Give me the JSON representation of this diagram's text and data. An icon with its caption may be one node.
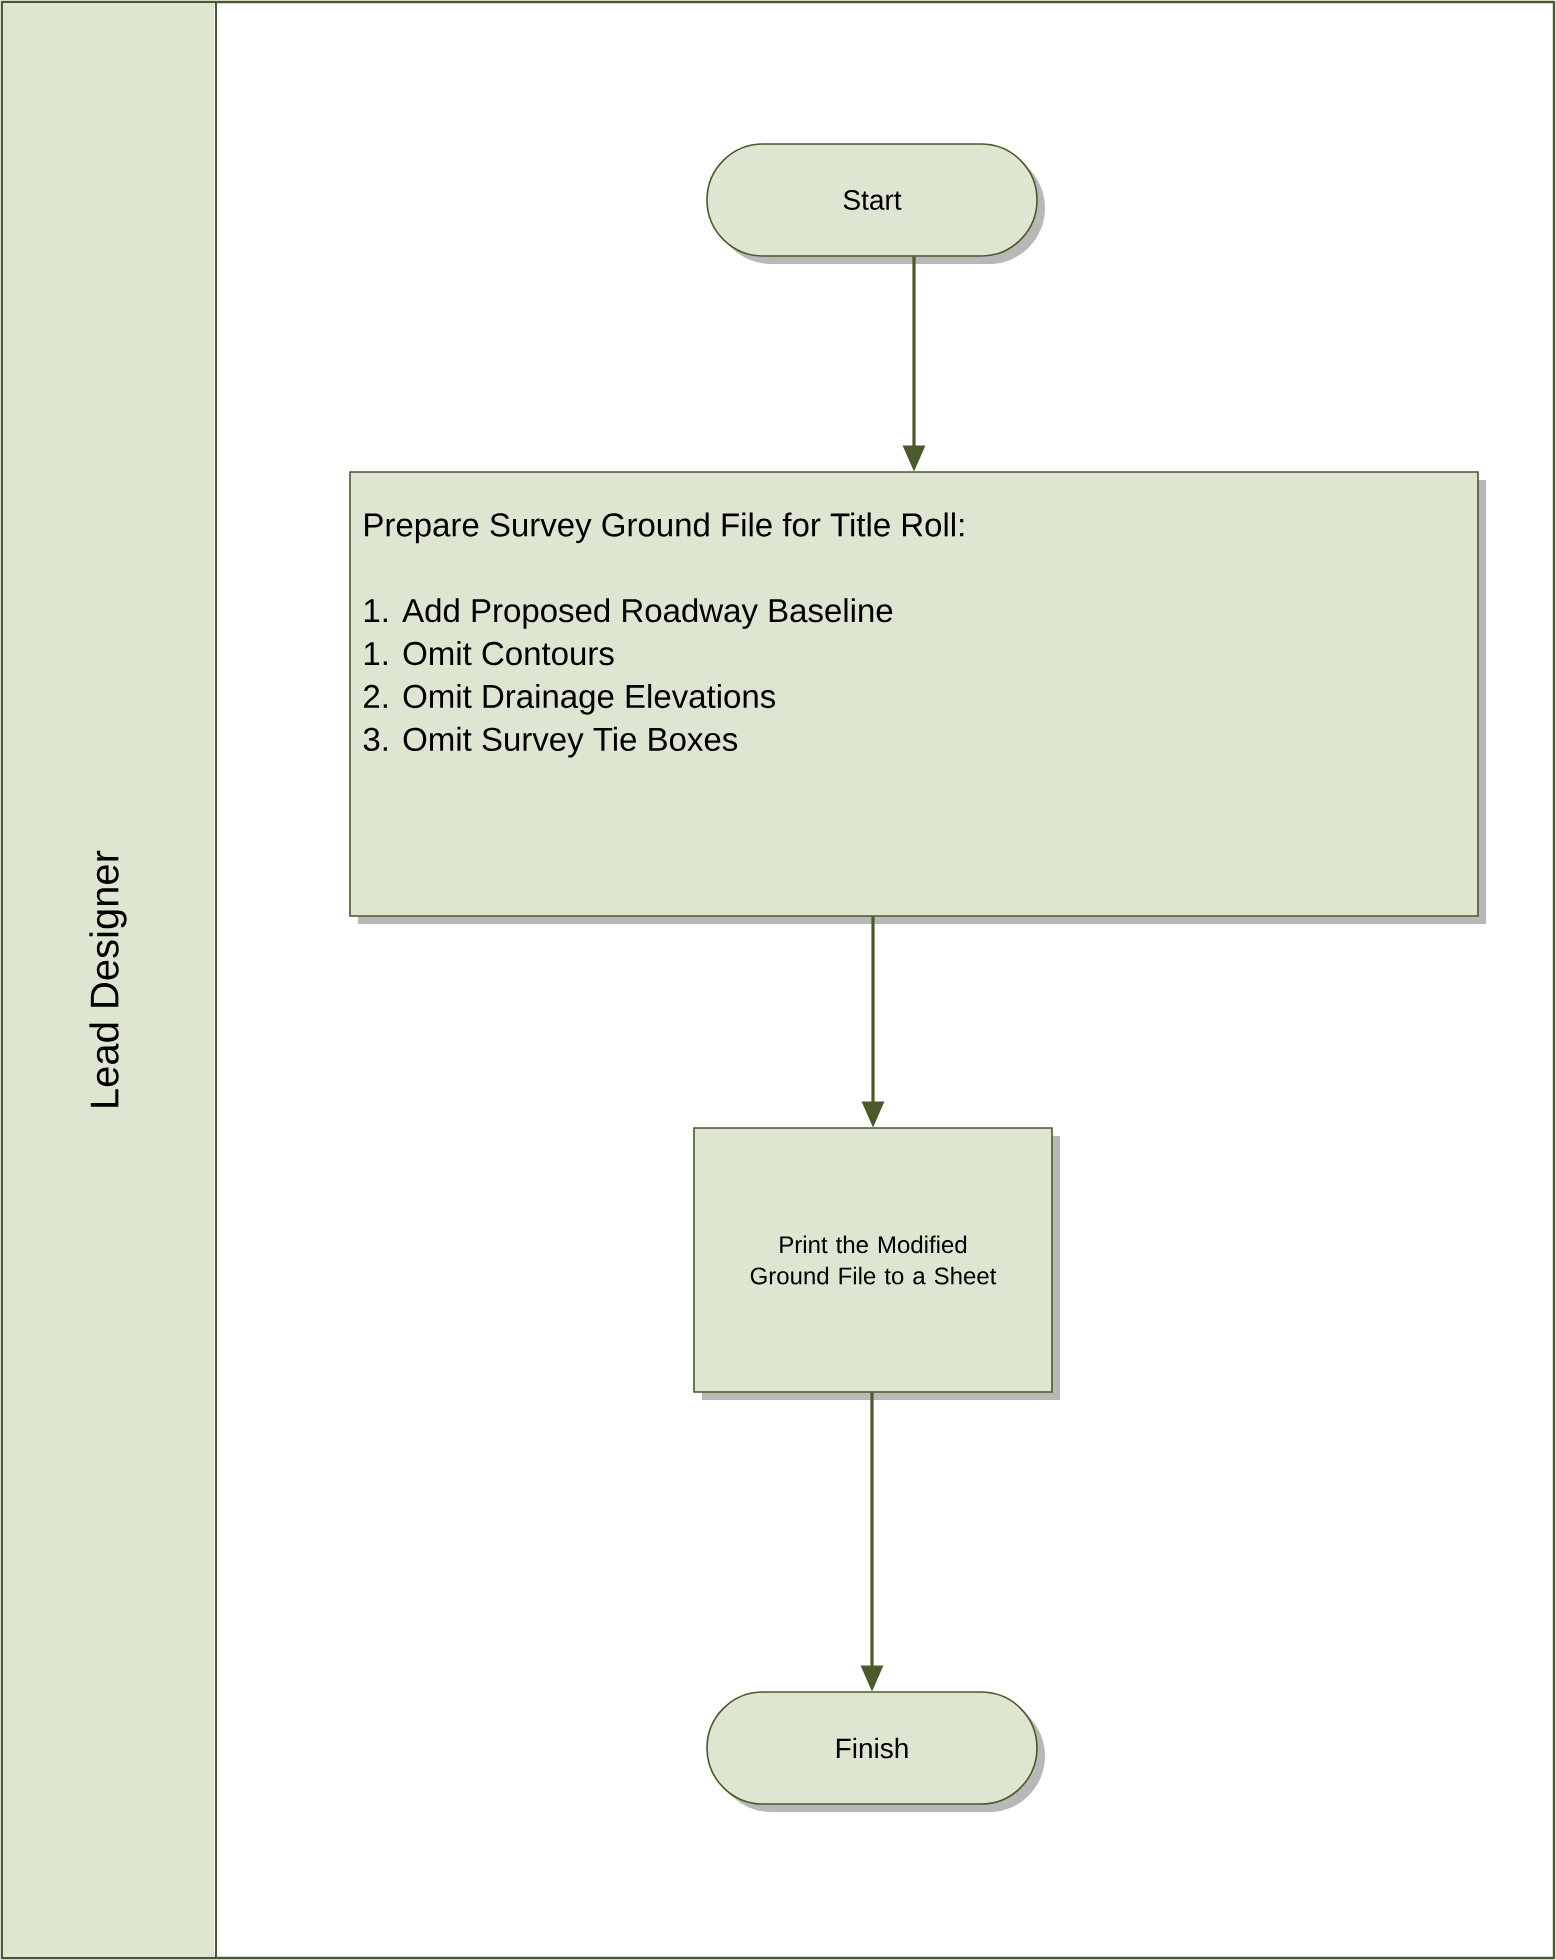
{
  "diagram": {
    "nodes": [
      {
        "text": [
          "Lead Designer"
        ]
      },
      {
        "text": [
          "Start"
        ],
        "in": 0
      },
      {
        "text": [
          "Prepare Survey Ground File for Title Roll:",
          "1. Add Proposed Roadway Baseline",
          "1. Omit Contours",
          "2. Omit Drainage Elevations",
          "3. Omit Survey Tie Boxes"
        ],
        "in": 0
      },
      {
        "text": [
          "Print the Modified Ground File to a Sheet"
        ],
        "in": 0
      },
      {
        "text": [
          "Finish"
        ],
        "in": 0
      }
    ],
    "edges": [
      {
        "from": 1,
        "to": 2,
        "arrow": "to"
      },
      {
        "from": 2,
        "to": 3,
        "arrow": "to"
      },
      {
        "from": 3,
        "to": 4,
        "arrow": "to"
      }
    ]
  }
}
